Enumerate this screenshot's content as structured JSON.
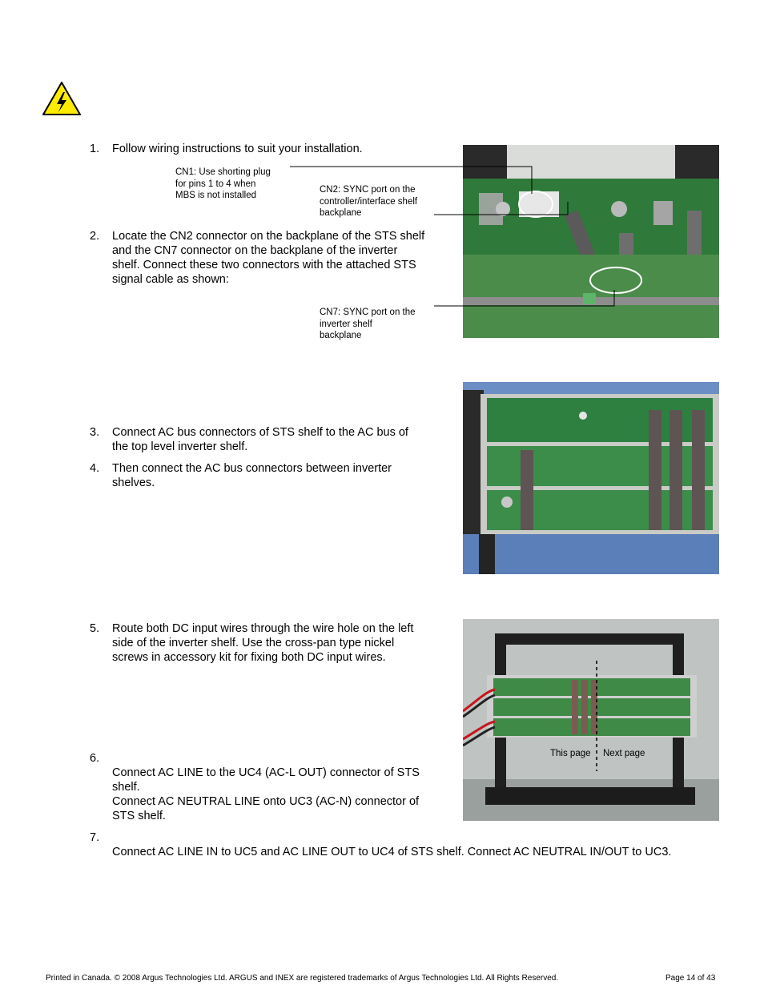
{
  "warning_icon": "high-voltage-warning-icon",
  "steps": [
    {
      "number": "1.",
      "lines": [
        "Follow wiring instructions to suit your installation."
      ]
    },
    {
      "number": "2.",
      "lines": [
        "Locate the CN2 connector on the backplane of the STS shelf",
        "and the CN7 connector on the backplane of the inverter",
        "shelf. Connect these two connectors with the attached STS",
        "signal cable as shown:"
      ]
    },
    {
      "number": "3.",
      "lines": [
        "Connect AC bus connectors of STS shelf to the AC bus of",
        "the top level inverter shelf."
      ]
    },
    {
      "number": "4.",
      "lines": [
        "Then connect the AC bus connectors between inverter",
        "shelves."
      ]
    },
    {
      "number": "5.",
      "lines": [
        "Route both DC input wires through the wire hole on the left",
        "side of the inverter shelf. Use the cross-pan type nickel",
        "screws in accessory kit for fixing both DC input wires."
      ]
    },
    {
      "number": "6.",
      "lines": [
        "Connect AC LINE to the UC4 (AC-L OUT) connector of STS",
        "shelf.",
        "Connect AC NEUTRAL LINE onto UC3 (AC-N) connector of",
        "STS shelf."
      ]
    },
    {
      "number": "7.",
      "lines": [
        "Connect AC LINE IN to UC5 and AC LINE OUT to UC4 of STS shelf. Connect AC NEUTRAL IN/OUT to UC3."
      ]
    }
  ],
  "callouts": {
    "cn1": [
      "CN1: Use shorting plug",
      "for pins 1 to 4 when",
      "MBS is not installed"
    ],
    "cn2": [
      "CN2: SYNC port on the",
      "controller/interface shelf",
      "backplane"
    ],
    "cn7": [
      "CN7: SYNC port on the",
      "inverter shelf",
      "backplane"
    ]
  },
  "photo_labels": {
    "this_page": "This page",
    "next_page": "Next page"
  },
  "footer": {
    "left": "Printed in Canada.  © 2008 Argus Technologies Ltd.  ARGUS and INEX are registered trademarks of Argus Technologies Ltd.  All Rights Reserved.",
    "right": "Page 14 of 43"
  }
}
